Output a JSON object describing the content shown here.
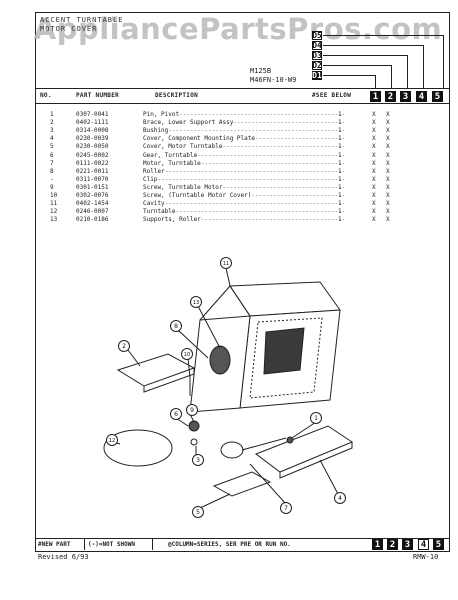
{
  "watermark": "AppliancePartsPros.com",
  "header": {
    "title_line1": "ACCENT TURNTABLE",
    "title_line2": "MOTOR COVER",
    "model_primary": "M125B",
    "model_secondary": "M46FN-10-W9",
    "column_markers": [
      "D5",
      "D4",
      "D3",
      "D2",
      "D1"
    ]
  },
  "columns": {
    "no": "NO.",
    "part_number": "PART NUMBER",
    "description": "DESCRIPTION",
    "see_below": "#SEE BELOW",
    "col_numbers": [
      "1",
      "2",
      "3",
      "4",
      "5"
    ]
  },
  "parts": [
    {
      "no": "1",
      "part": "0307-0041",
      "desc": "Pin, Pivot",
      "qty": "1",
      "c1": "X",
      "c2": "X"
    },
    {
      "no": "2",
      "part": "0402-1111",
      "desc": "Brace, Lower Support Assy",
      "qty": "1",
      "c1": "X",
      "c2": "X"
    },
    {
      "no": "3",
      "part": "0314-0008",
      "desc": "Bushing",
      "qty": "1",
      "c1": "X",
      "c2": "X"
    },
    {
      "no": "4",
      "part": "0230-0039",
      "desc": "Cover, Component Mounting Plate",
      "qty": "1",
      "c1": "X",
      "c2": "X"
    },
    {
      "no": "5",
      "part": "0230-0050",
      "desc": "Cover, Motor Turntable",
      "qty": "1",
      "c1": "X",
      "c2": "X"
    },
    {
      "no": "6",
      "part": "0245-0002",
      "desc": "Gear, Turntable",
      "qty": "1",
      "c1": "X",
      "c2": "X"
    },
    {
      "no": "7",
      "part": "0111-0022",
      "desc": "Motor, Turntable",
      "qty": "1",
      "c1": "X",
      "c2": "X"
    },
    {
      "no": "8",
      "part": "0221-0011",
      "desc": "Roller",
      "qty": "1",
      "c1": "X",
      "c2": "X"
    },
    {
      "no": "-",
      "part": "0311-0070",
      "desc": "Clip",
      "qty": "1",
      "c1": "X",
      "c2": "X"
    },
    {
      "no": "9",
      "part": "0301-0151",
      "desc": "Screw, Turntable Motor",
      "qty": "1",
      "c1": "X",
      "c2": "X"
    },
    {
      "no": "10",
      "part": "0302-0076",
      "desc": "Screw, (Turntable Motor Cover)",
      "qty": "1",
      "c1": "X",
      "c2": "X"
    },
    {
      "no": "11",
      "part": "0402-1454",
      "desc": "Cavity",
      "qty": "1",
      "c1": "X",
      "c2": "X"
    },
    {
      "no": "12",
      "part": "0246-0007",
      "desc": "Turntable",
      "qty": "1",
      "c1": "X",
      "c2": "X"
    },
    {
      "no": "13",
      "part": "0210-0186",
      "desc": "Supports, Roller",
      "qty": "1",
      "c1": "X",
      "c2": "X"
    }
  ],
  "diagram_callouts": [
    "11",
    "13",
    "8",
    "2",
    "10",
    "6",
    "9",
    "12",
    "3",
    "1",
    "7",
    "5",
    "4"
  ],
  "footer": {
    "new_part": "#NEW PART",
    "not_shown": "(-)=NOT SHOWN",
    "column_note": "@COLUMN=SERIES, SER PRE OR RUN NO.",
    "col_numbers": [
      "1",
      "2",
      "3",
      "4",
      "5"
    ],
    "revised": "Revised 6/93",
    "page_code": "RMW-10"
  }
}
